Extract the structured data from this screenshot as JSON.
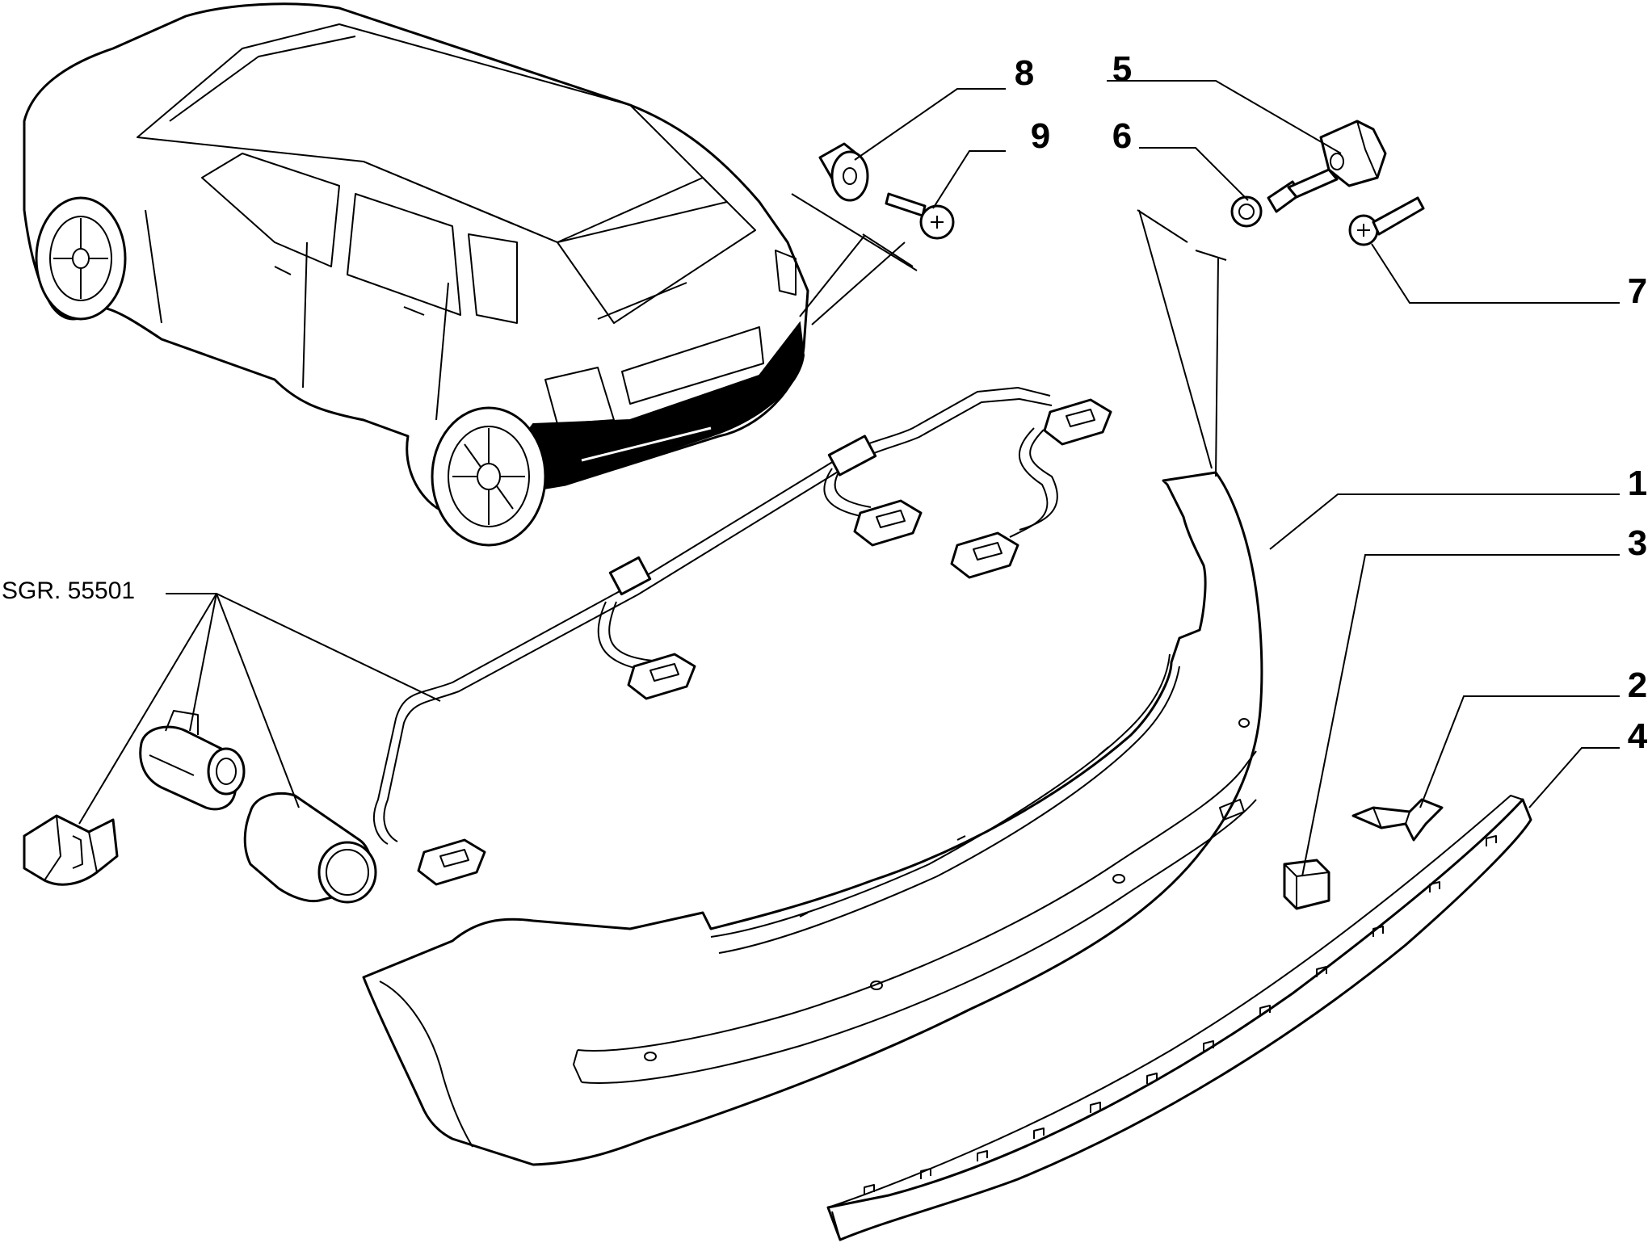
{
  "callouts": {
    "c1": "1",
    "c2": "2",
    "c3": "3",
    "c4": "4",
    "c5": "5",
    "c6": "6",
    "c7": "7",
    "c8": "8",
    "c9": "9"
  },
  "ref_label": "SGR. 55501",
  "colors": {
    "line": "#000000",
    "background": "#ffffff",
    "highlight": "#000000"
  }
}
